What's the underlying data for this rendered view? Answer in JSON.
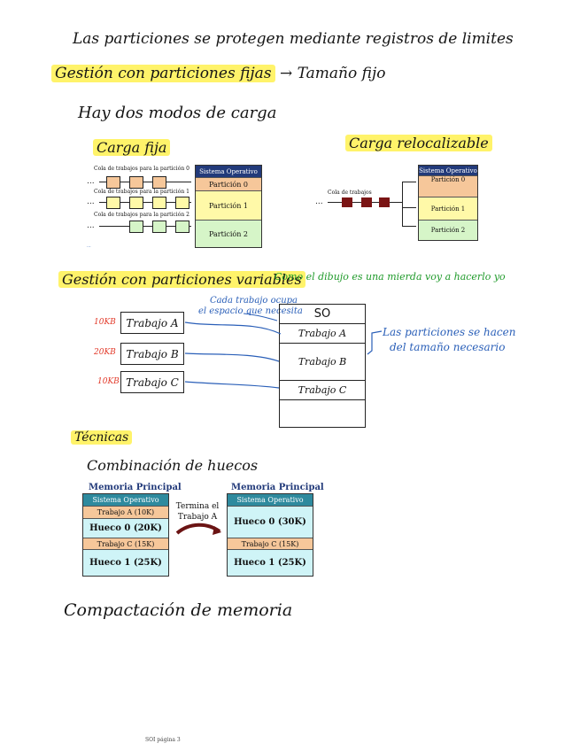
{
  "line1": "Las particiones se protegen mediante registros de limites",
  "heading_fixed": "Gestión con particiones fijas",
  "fixed_arrow_text": "Tamaño fijo",
  "modes_text": "Hay dos modos de carga",
  "carga_fija_label": "Carga fija",
  "carga_reloc_label": "Carga relocalizable",
  "fixed_diagram": {
    "queues": [
      "Cola de trabajos para la partición 0",
      "Cola de trabajos para la partición 1",
      "Cola de trabajos para la partición 2"
    ],
    "memory": [
      "Sistema Operativo",
      "Partición 0",
      "Partición 1",
      "Partición 2"
    ],
    "dots": "...",
    "caption": "..."
  },
  "reloc_diagram": {
    "queue": "Cola de trabajos",
    "dots": "...",
    "memory": [
      "Sistema Operativo",
      "Partición 0",
      "Partición 1",
      "Partición 2"
    ]
  },
  "heading_variable": "Gestión con particiones variables",
  "green_note": "Como el dibujo es una mierda voy a hacerlo yo",
  "blue_note_1": "Cada trabajo ocupa",
  "blue_note_2": "el espacio que necesita",
  "jobs": [
    {
      "size": "10KB",
      "name": "Trabajo A"
    },
    {
      "size": "20KB",
      "name": "Trabajo B"
    },
    {
      "size": "10KB",
      "name": "Trabajo C"
    }
  ],
  "mem_so": "SO",
  "mem_a": "Trabajo A",
  "mem_b": "Trabajo B",
  "mem_c": "Trabajo C",
  "right_note_1": "Las particiones se hacen",
  "right_note_2": "del tamaño necesario",
  "tecnicas": "Técnicas",
  "combinacion": "Combinación de huecos",
  "comb_left": {
    "title": "Memoria Principal",
    "cells": [
      "Sistema Operativo",
      "Trabajo A (10K)",
      "Hueco 0 (20K)",
      "Trabajo C (15K)",
      "Hueco 1 (25K)"
    ]
  },
  "comb_mid_1": "Termina el",
  "comb_mid_2": "Trabajo A",
  "comb_right": {
    "title": "Memoria Principal",
    "cells": [
      "Sistema Operativo",
      "Hueco 0 (30K)",
      "Trabajo C (15K)",
      "Hueco 1 (25K)"
    ]
  },
  "compactacion": "Compactación de memoria",
  "footer": "SOI página 3",
  "colors": {
    "highlight": "#fff36a",
    "blue": "#2a5fb8",
    "green": "#1f9a2a",
    "red": "#e23a2a",
    "orange": "#f6c79a",
    "yellow": "#fff9a8",
    "mint": "#d6f5c8",
    "cyan": "#cff4f7",
    "navy": "#223a7a"
  }
}
